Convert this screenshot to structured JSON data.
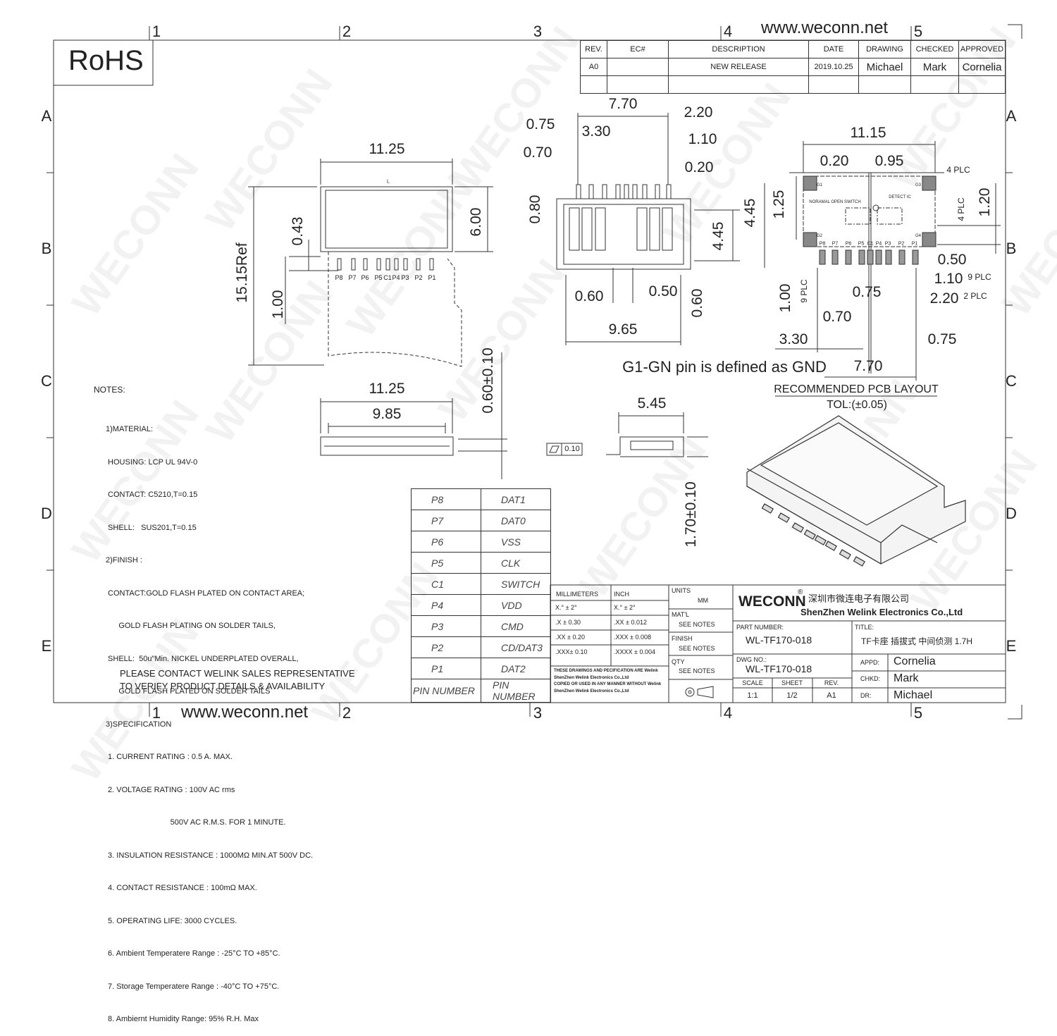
{
  "header": {
    "website": "www.weconn.net",
    "rohs": "RoHS"
  },
  "footer": {
    "website": "www.weconn.net",
    "contact_line1": "PLEASE CONTACT WELINK SALES REPRESENTATIVE",
    "contact_line2": "TO VERIFY PRODUCT DETAILS & AVAILABILITY"
  },
  "zones": {
    "columns": [
      "1",
      "2",
      "3",
      "4",
      "5"
    ],
    "rows": [
      "A",
      "B",
      "C",
      "D",
      "E"
    ]
  },
  "watermark": "WECONN",
  "revision_table": {
    "headers": [
      "REV.",
      "EC#",
      "DESCRIPTION",
      "DATE",
      "DRAWING",
      "CHECKED",
      "APPROVED"
    ],
    "rows": [
      [
        "A0",
        "",
        "NEW RELEASE",
        "2019.10.25",
        "Michael",
        "Mark",
        "Cornelia"
      ]
    ]
  },
  "top_view": {
    "dims": [
      "11.25",
      "6.00",
      "0.43",
      "15.15Ref",
      "1.00"
    ],
    "pins": [
      "P8",
      "P7",
      "P6",
      "P5",
      "C1",
      "P4",
      "P3",
      "P2",
      "P1"
    ],
    "center_mark": "L"
  },
  "front_view": {
    "dims": [
      "11.25",
      "9.85",
      "0.60±0.10"
    ]
  },
  "bottom_view": {
    "dims": [
      "7.70",
      "2.20",
      "0.75",
      "3.30",
      "1.10",
      "0.70",
      "0.20",
      "0.80",
      "4.45",
      "0.60",
      "0.50",
      "0.60",
      "9.65"
    ]
  },
  "gnd_note": "G1-GN pin is defined as GND",
  "side_view": {
    "dims": [
      "5.45",
      "0.10",
      "1.70±0.10"
    ]
  },
  "pcb_layout": {
    "title": "RECOMMENDED PCB LAYOUT",
    "tolerance": "TOL:(±0.05)",
    "dims": [
      "11.15",
      "0.20",
      "0.95",
      "4 PLC",
      "4.45",
      "1.25",
      "4 PLC",
      "1.20",
      "0.50",
      "1.10",
      "9 PLC",
      "1.00",
      "9 PLC",
      "0.75",
      "2.20",
      "2 PLC",
      "0.70",
      "3.30",
      "0.75",
      "7.70"
    ],
    "ground_pads": [
      "G1",
      "G2",
      "G3",
      "G4"
    ],
    "switch_label": "NORAMAL OPEN SWITCH",
    "detect_label": "DETECT IC",
    "pins": [
      "P8",
      "P7",
      "P6",
      "P5",
      "C1",
      "P4",
      "P3",
      "P2",
      "P1"
    ]
  },
  "notes": {
    "title": "NOTES:",
    "lines": [
      "1)MATERIAL:",
      " HOUSING: LCP UL 94V-0",
      " CONTACT: C5210,T=0.15",
      " SHELL:   SUS201,T=0.15",
      "2)FINISH :",
      " CONTACT:GOLD FLASH PLATED ON CONTACT AREA;",
      "      GOLD FLASH PLATING ON SOLDER TAILS,",
      " SHELL:  50u\"Min. NICKEL UNDERPLATED OVERALL,",
      "      GOLD FLASH PLATED ON SOLDER TAILS",
      "3)SPECIFICATION",
      " 1. CURRENT RATING : 0.5 A. MAX.",
      " 2. VOLTAGE RATING : 100V AC rms",
      "                              500V AC R.M.S. FOR 1 MINUTE.",
      " 3. INSULATION RESISTANCE : 1000MΩ MIN.AT 500V DC.",
      " 4. CONTACT RESISTANCE : 100mΩ MAX.",
      " 5. OPERATING LIFE: 3000 CYCLES.",
      " 6. Ambient Temperatere Range : -25°C TO +85°C.",
      " 7. Storage Temperatere Range : -40°C TO +75°C.",
      " 8. Ambiernt Humidity Range: 95% R.H. Max"
    ]
  },
  "pin_table": {
    "rows": [
      [
        "P8",
        "DAT1"
      ],
      [
        "P7",
        "DAT0"
      ],
      [
        "P6",
        "VSS"
      ],
      [
        "P5",
        "CLK"
      ],
      [
        "C1",
        "SWITCH"
      ],
      [
        "P4",
        "VDD"
      ],
      [
        "P3",
        "CMD"
      ],
      [
        "P2",
        "CD/DAT3"
      ],
      [
        "P1",
        "DAT2"
      ]
    ],
    "footer": [
      "PIN  NUMBER",
      "PIN  NUMBER"
    ]
  },
  "title_block": {
    "tolerances": {
      "headers": [
        "MILLIMETERS",
        "INCH"
      ],
      "rows": [
        [
          "X.° ± 2°",
          "X.° ± 2°"
        ],
        [
          ".X   ± 0.30",
          ".XX   ± 0.012"
        ],
        [
          ".XX  ± 0.20",
          ".XXX  ± 0.008"
        ],
        [
          ".XXX± 0.10",
          ".XXXX ± 0.004"
        ]
      ]
    },
    "disclaimer": [
      "THESE DRAWINGS AND PECIFICATION ARE Welink",
      "ShenZhen Welink Electronics Co.,Ltd",
      " COPIED OR USED IN ANY MANNER WITHOUT Welink",
      "ShenZhen Welink Electronics Co.,Ltd"
    ],
    "units_label": "UNITS",
    "units_value": "MM",
    "material_label": "MAT'L",
    "material_value": "SEE NOTES",
    "finish_label": "FINISH",
    "finish_value": "SEE NOTES",
    "qty_label": "QTY",
    "qty_value": "SEE NOTES",
    "company_logo": "WECONN",
    "company_cn": "深圳市微连电子有限公司",
    "company_en": "ShenZhen Welink Electronics Co.,Ltd",
    "part_number_label": "PART NUMBER:",
    "part_number": "WL-TF170-018",
    "title_label": "TITLE:",
    "title": "TF卡座 插拔式 中间侦测 1.7H",
    "dwg_no_label": "DWG NO.:",
    "dwg_no": "WL-TF170-018",
    "scale_label": "SCALE",
    "scale": "1:1",
    "sheet_label": "SHEET",
    "sheet": "1/2",
    "rev_label": "REV.",
    "rev": "A1",
    "appd_label": "APPD:",
    "appd": "Cornelia",
    "chkd_label": "CHKD:",
    "chkd": "Mark",
    "dr_label": "DR:",
    "dr": "Michael"
  }
}
